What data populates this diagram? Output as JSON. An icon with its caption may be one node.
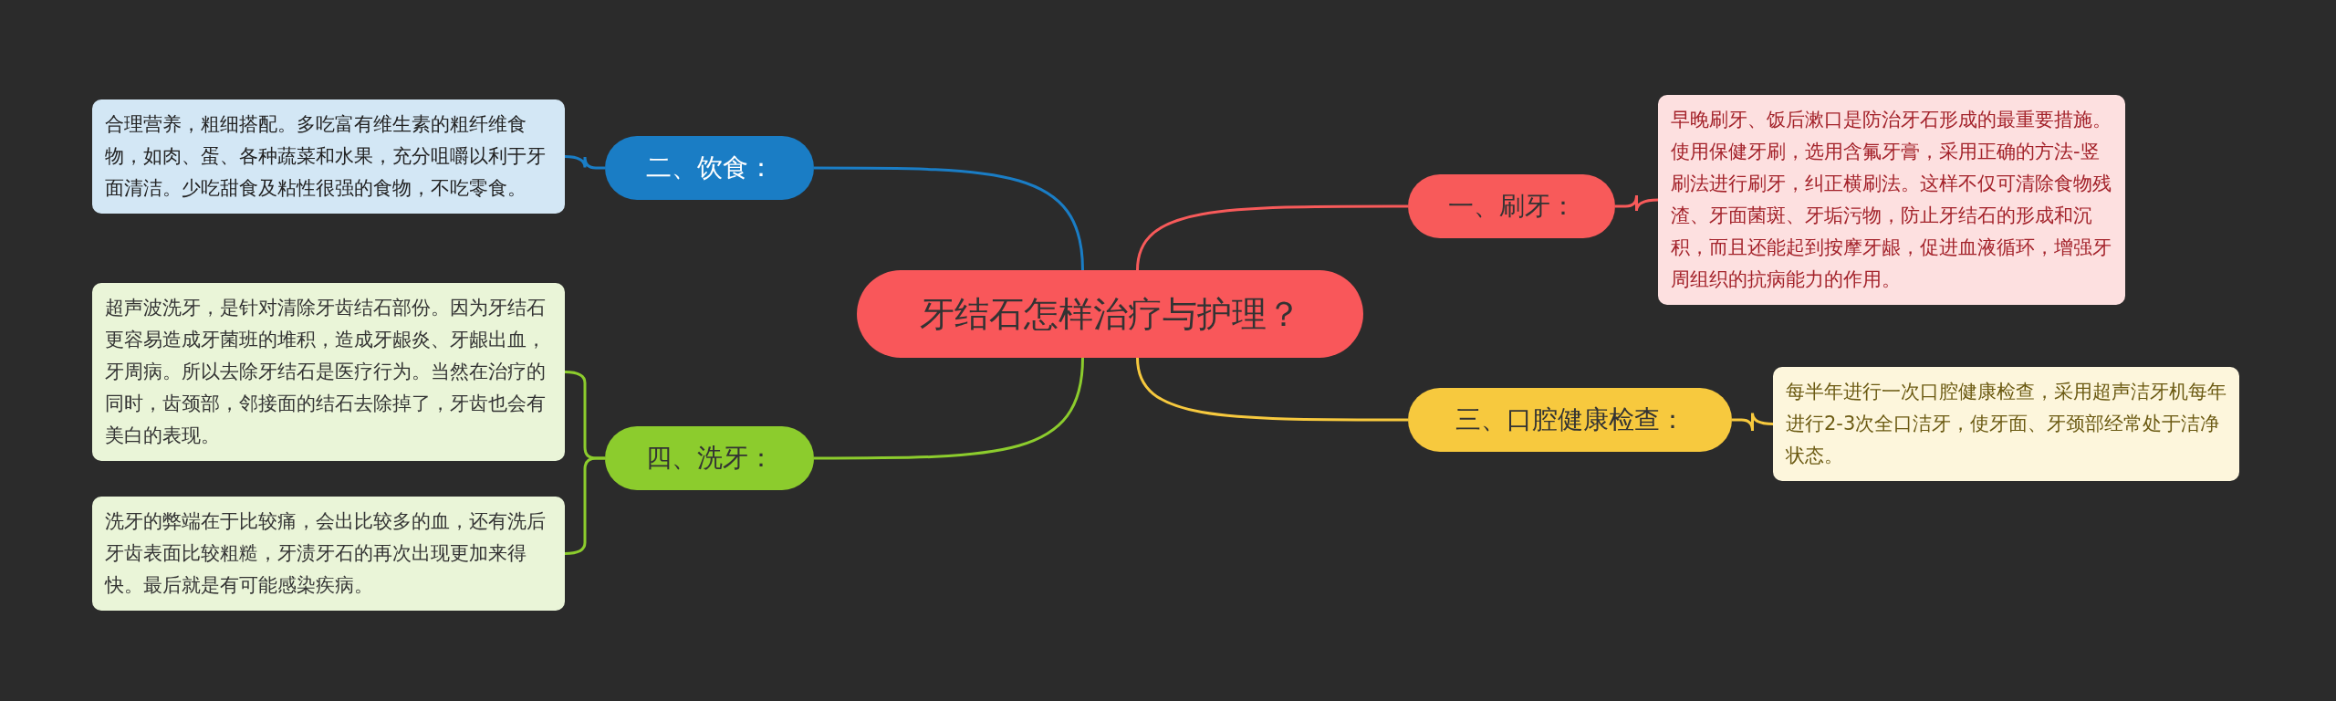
{
  "diagram": {
    "nodes": [
      {
        "text": [
          "牙结石怎样治疗与护理？"
        ]
      },
      {
        "text": [
          "二、饮食："
        ]
      },
      {
        "text": [
          "合理营养，粗细搭配。多吃富有维生素的粗纤维食物，如肉、蛋、各种蔬菜和水果，充分咀嚼以利于牙面清洁。少吃甜食及粘性很强的食物，不吃零食。"
        ]
      },
      {
        "text": [
          "一、刷牙："
        ]
      },
      {
        "text": [
          "早晚刷牙、饭后漱口是防治牙石形成的最重要措施。使用保健牙刷，选用含氟牙膏，采用正确的方法-竖刷法进行刷牙，纠正横刷法。这样不仅可清除食物残渣、牙面菌斑、牙垢污物，防止牙结石的形成和沉积，而且还能起到按摩牙龈，促进血液循环，增强牙周组织的抗病能力的作用。"
        ]
      },
      {
        "text": [
          "三、口腔健康检查："
        ]
      },
      {
        "text": [
          "每半年进行一次口腔健康检查，采用超声洁牙机每年进行2-3次全口洁牙，使牙面、牙颈部经常处于洁净状态。"
        ]
      },
      {
        "text": [
          "四、洗牙："
        ]
      },
      {
        "text": [
          "超声波洗牙，是针对清除牙齿结石部份。因为牙结石更容易造成牙菌班的堆积，造成牙龈炎、牙龈出血，牙周病。所以去除牙结石是医疗行为。当然在治疗的同时，齿颈部，邻接面的结石去除掉了，牙齿也会有美白的表现。"
        ]
      },
      {
        "text": [
          "洗牙的弊端在于比较痛，会出比较多的血，还有洗后牙齿表面比较粗糙，牙渍牙石的再次出现更加来得快。最后就是有可能感染疾病。"
        ]
      }
    ],
    "edges": [
      {
        "from": 0,
        "to": 1,
        "arrow": "none",
        "color": "#1a7dc5"
      },
      {
        "from": 1,
        "to": 2,
        "arrow": "none",
        "color": "#1a7dc5"
      },
      {
        "from": 0,
        "to": 3,
        "arrow": "none",
        "color": "#f85a5a"
      },
      {
        "from": 3,
        "to": 4,
        "arrow": "none",
        "color": "#f85a5a"
      },
      {
        "from": 0,
        "to": 5,
        "arrow": "none",
        "color": "#f7c93e"
      },
      {
        "from": 5,
        "to": 6,
        "arrow": "none",
        "color": "#f7c93e"
      },
      {
        "from": 0,
        "to": 7,
        "arrow": "none",
        "color": "#8ccc2d"
      },
      {
        "from": 7,
        "to": 8,
        "arrow": "none",
        "color": "#8ccc2d"
      },
      {
        "from": 7,
        "to": 9,
        "arrow": "none",
        "color": "#8ccc2d"
      }
    ]
  }
}
